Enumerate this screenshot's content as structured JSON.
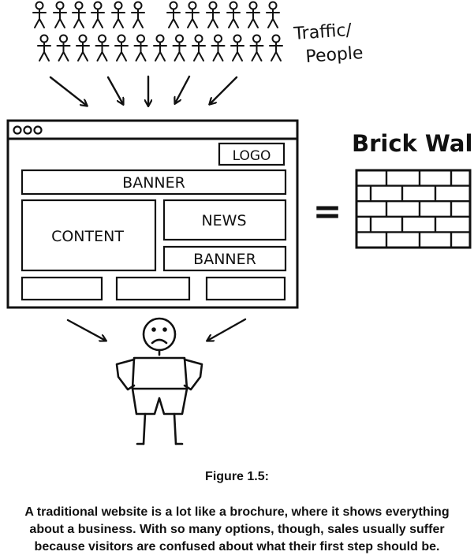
{
  "diagram": {
    "traffic_label": [
      "Traffic/",
      "People"
    ],
    "window": {
      "buttons": [
        "○",
        "○",
        "○"
      ],
      "logo": "LOGO",
      "banner_top": "BANNER",
      "content": "CONTENT",
      "news": "NEWS",
      "banner_side": "BANNER"
    },
    "equals": "=",
    "brick_wall_label": "Brick Wall"
  },
  "caption": {
    "title": "Figure 1.5:",
    "lines": [
      "A traditional website is a lot like a brochure, where it shows everything",
      "about a business. With so many options, though, sales usually suffer",
      "because visitors are confused about what their first step should be."
    ]
  }
}
